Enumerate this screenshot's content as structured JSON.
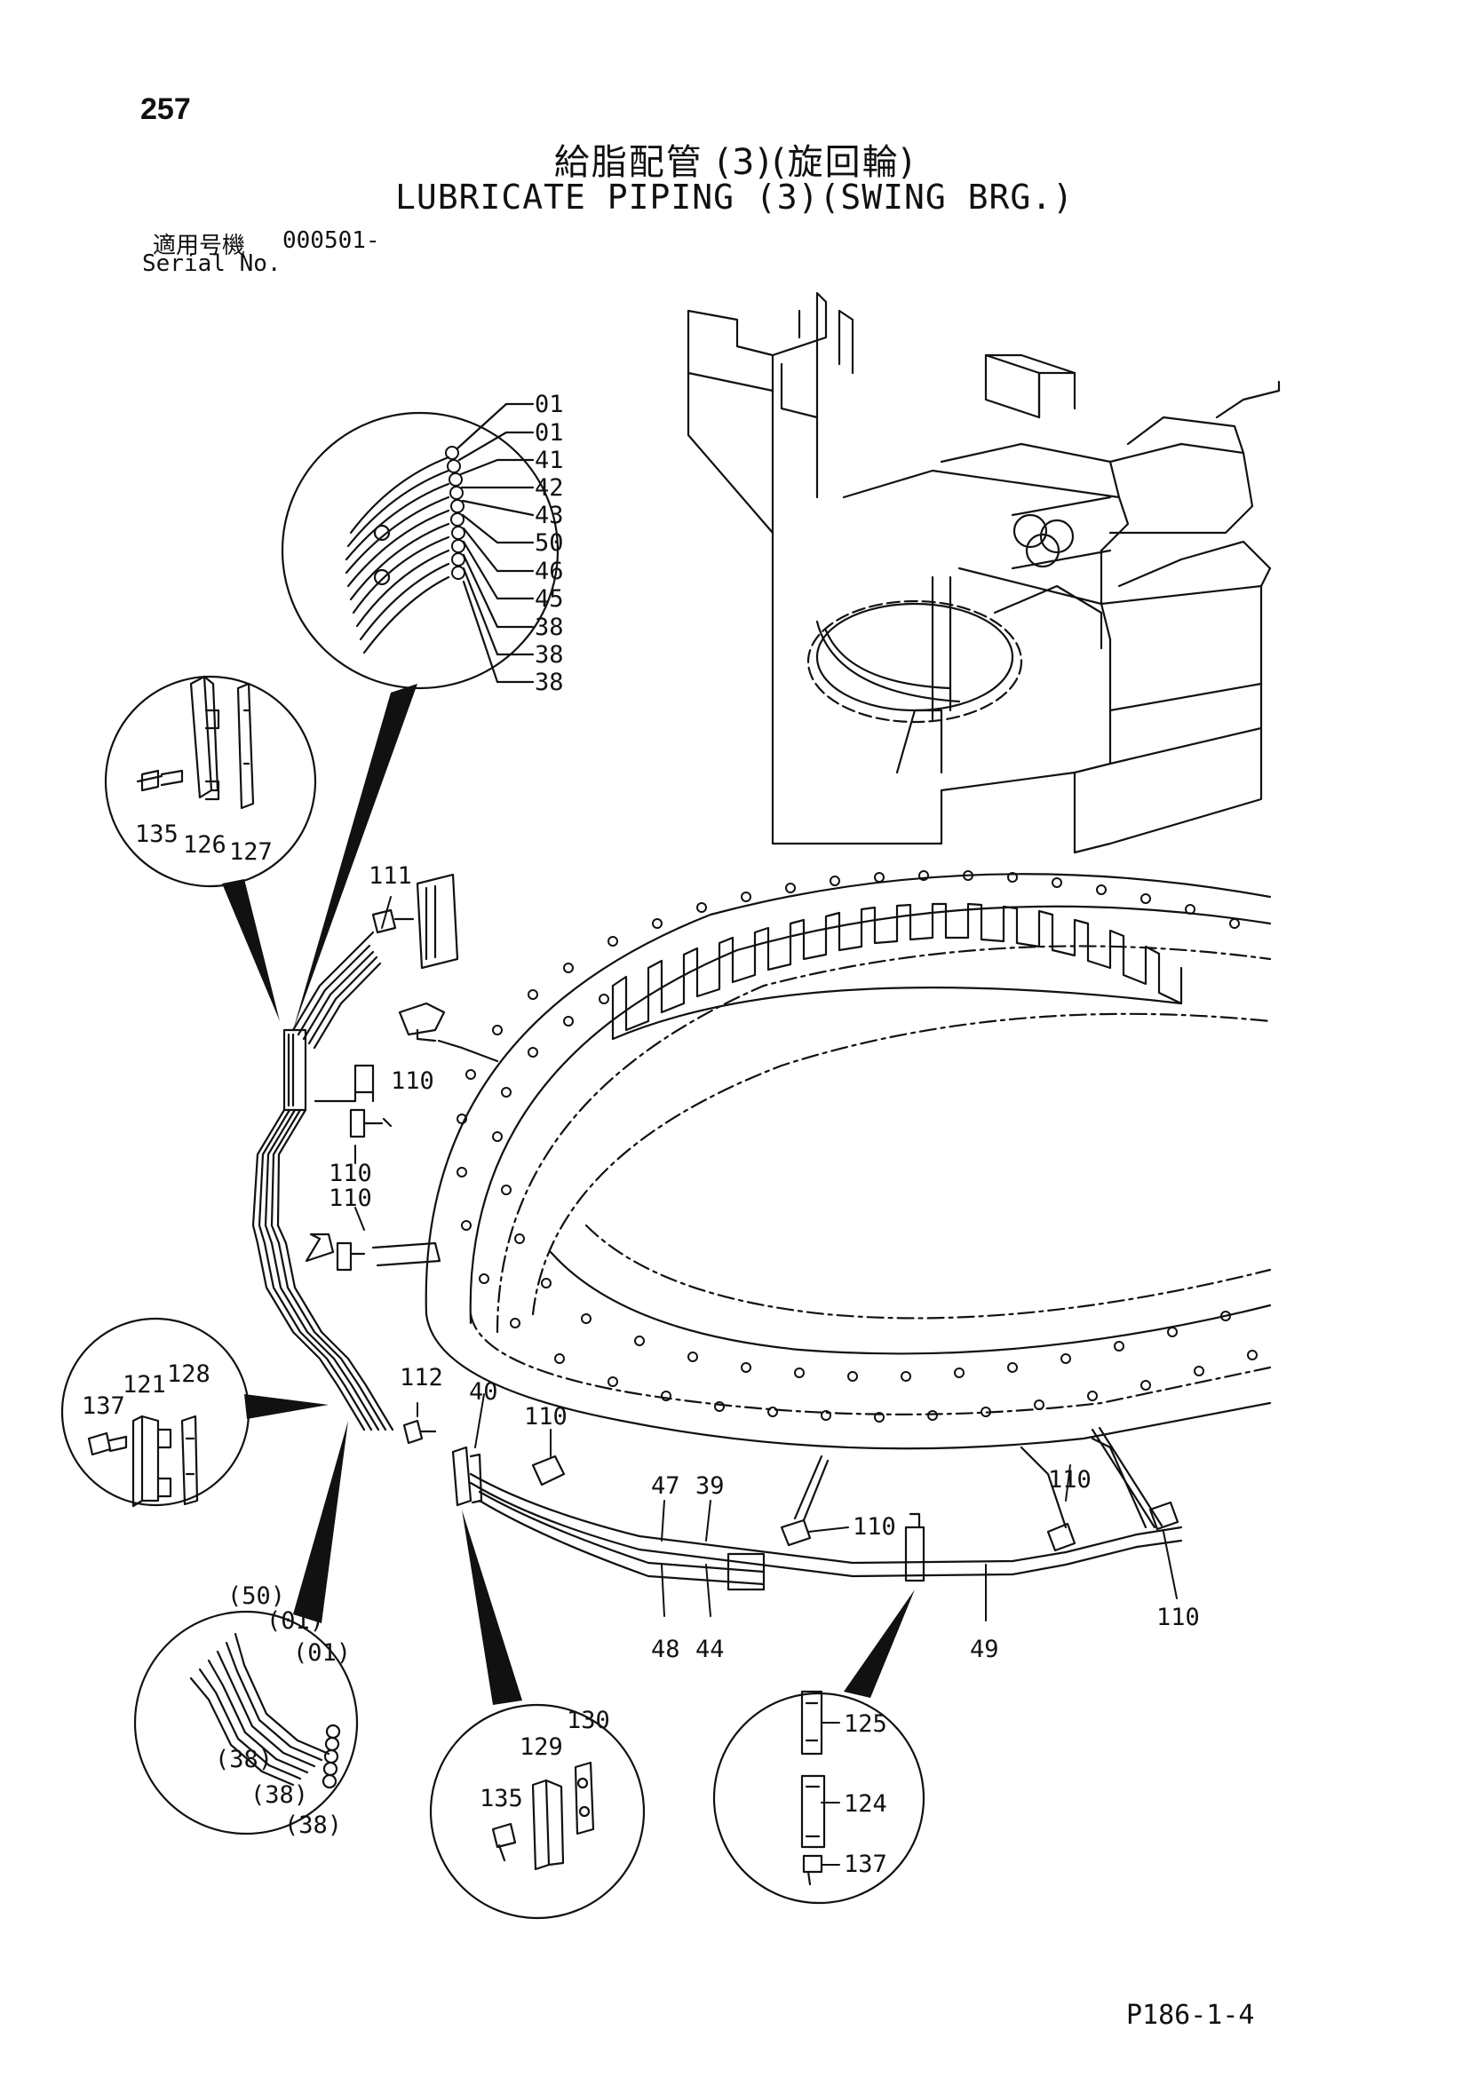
{
  "header": {
    "page_number": "257",
    "title_jp": "給脂配管 (3)(旋回輪)",
    "title_en": "LUBRICATE PIPING (3)(SWING BRG.)",
    "serial_label_jp": "適用号機",
    "serial_value": "000501-",
    "serial_label_en": "Serial No."
  },
  "footer": {
    "page_code": "P186-1-4"
  },
  "callouts": {
    "top_detail": [
      "01",
      "01",
      "41",
      "42",
      "43",
      "50",
      "46",
      "45",
      "38",
      "38",
      "38"
    ],
    "left_clamp": {
      "bolt": "135",
      "clamp": "126",
      "plate": "127"
    },
    "mid_clamp": {
      "bolt": "137",
      "clamp": "121",
      "plate": "128"
    },
    "hose_detail": [
      "(50)",
      "(01)",
      "(01)",
      "(38)",
      "(38)",
      "(38)"
    ],
    "bottom_clamp": {
      "bolt": "135",
      "clamp": "129",
      "plate": "130"
    },
    "right_clamp": {
      "upper": "125",
      "lower": "124",
      "bolt": "137"
    },
    "main": {
      "a111": "111",
      "a110_1": "110",
      "a110_2": "110",
      "a110_3": "110",
      "a112": "112",
      "a40": "40",
      "a110_4": "110",
      "a47": "47",
      "a39": "39",
      "a110_5": "110",
      "a110_6": "110",
      "a110_7": "110",
      "a48": "48",
      "a44": "44",
      "a49": "49"
    }
  }
}
